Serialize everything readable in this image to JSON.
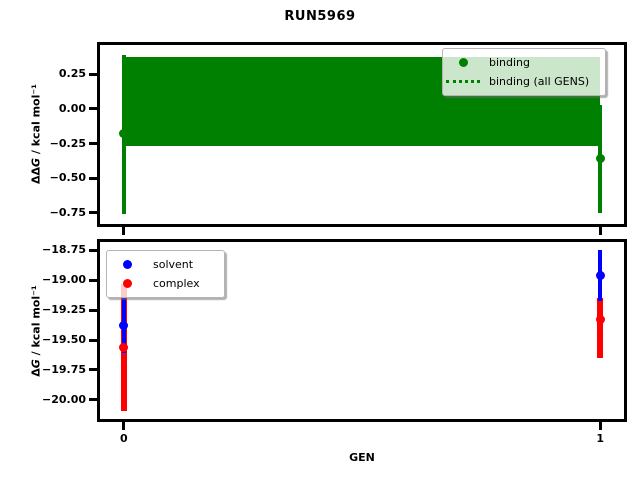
{
  "title": "RUN5969",
  "colors": {
    "binding": "#008000",
    "solvent": "#0000ff",
    "complex": "#ff0000",
    "spine": "#000000"
  },
  "chart_data": [
    {
      "type": "errorbar",
      "ylabel": "ΔΔG / kcal mol⁻¹",
      "ylabel_parts": {
        "prefix": "ΔΔ",
        "math": "G",
        "rest": " / kcal mol⁻¹"
      },
      "xlim": [
        -0.05,
        1.05
      ],
      "ylim": [
        -0.83,
        0.46
      ],
      "yticks": [
        {
          "v": 0.25,
          "label": "0.25"
        },
        {
          "v": 0.0,
          "label": "0.00"
        },
        {
          "v": -0.25,
          "label": "−0.25"
        },
        {
          "v": -0.5,
          "label": "−0.50"
        },
        {
          "v": -0.75,
          "label": "−0.75"
        }
      ],
      "xticks": [
        {
          "v": 0,
          "label": ""
        },
        {
          "v": 1,
          "label": ""
        }
      ],
      "band": {
        "x": [
          0,
          1
        ],
        "lo": -0.27,
        "hi": 0.37
      },
      "all_gens_line": {
        "value": 0.05,
        "style": "dotted"
      },
      "series": [
        {
          "name": "binding",
          "x": [
            0,
            1
          ],
          "y": [
            -0.18,
            -0.36
          ],
          "err_lo": [
            -0.76,
            -0.75
          ],
          "err_hi": [
            0.39,
            0.03
          ],
          "lw": 4
        }
      ],
      "legend": [
        {
          "label": "binding"
        },
        {
          "label": "binding (all GENS)"
        }
      ]
    },
    {
      "type": "errorbar",
      "xlabel": "GEN",
      "ylabel": "ΔG / kcal mol⁻¹",
      "ylabel_parts": {
        "prefix": "Δ",
        "math": "G",
        "rest": " / kcal mol⁻¹"
      },
      "xlim": [
        -0.05,
        1.05
      ],
      "ylim": [
        -20.16,
        -18.68
      ],
      "yticks": [
        {
          "v": -18.75,
          "label": "−18.75"
        },
        {
          "v": -19.0,
          "label": "−19.00"
        },
        {
          "v": -19.25,
          "label": "−19.25"
        },
        {
          "v": -19.5,
          "label": "−19.50"
        },
        {
          "v": -19.75,
          "label": "−19.75"
        },
        {
          "v": -20.0,
          "label": "−20.00"
        }
      ],
      "xticks": [
        {
          "v": 0,
          "label": "0"
        },
        {
          "v": 1,
          "label": "1"
        }
      ],
      "series": [
        {
          "name": "complex",
          "x": [
            0,
            1
          ],
          "y": [
            -19.56,
            -19.33
          ],
          "err_lo": [
            -20.09,
            -19.65
          ],
          "err_hi": [
            -19.03,
            -19.15
          ],
          "lw": 5.5
        },
        {
          "name": "solvent",
          "x": [
            0,
            1
          ],
          "y": [
            -19.38,
            -18.96
          ],
          "err_lo": [
            -19.61,
            -19.17
          ],
          "err_hi": [
            -19.15,
            -18.75
          ],
          "lw": 4
        }
      ],
      "legend": [
        {
          "label": "solvent"
        },
        {
          "label": "complex"
        }
      ]
    }
  ]
}
